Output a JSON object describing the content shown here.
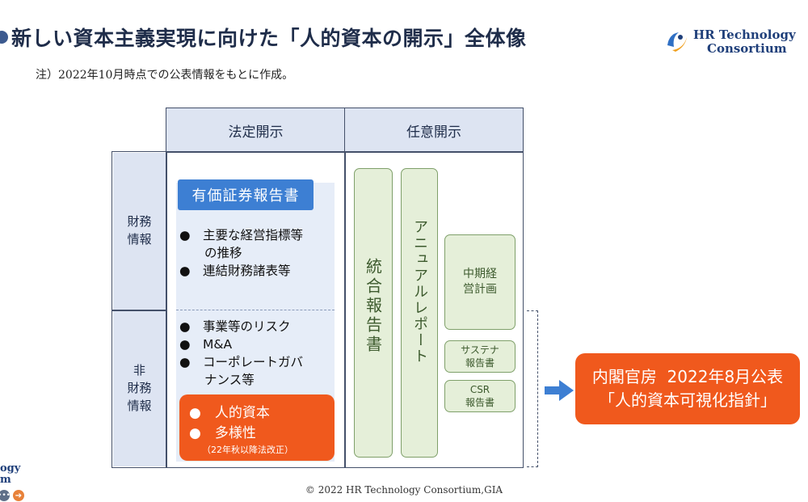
{
  "header": {
    "title": "新しい資本主義実現に向けた「人的資本の開示」全体像",
    "note": "注）2022年10月時点での公表情報をもとに作成。"
  },
  "logo": {
    "line1": "HR Technology",
    "line2": "Consortium"
  },
  "table": {
    "col_headers": [
      "法定開示",
      "任意開示"
    ],
    "row_headers": [
      "財務\n情報",
      "非\n財務\n情報"
    ],
    "securities_report": "有価証券報告書",
    "financial_bullets": [
      "●　主要な経営指標等",
      "　　の推移",
      "●　連結財務諸表等"
    ],
    "nonfinancial_bullets": [
      "●　事業等のリスク",
      "●　M&A",
      "●　コーポレートガバ",
      "　　ナンス等"
    ],
    "highlight": {
      "item1": "●　人的資本",
      "item2": "●　多様性",
      "item3": "（22年秋以降法改正）"
    },
    "voluntary": {
      "integrated": "統合報告書",
      "annual": "アニュアルレポート",
      "midterm": "中期経\n営計画",
      "sustainability": "サステナ\n報告書",
      "csr": "CSR\n報告書"
    }
  },
  "callout": {
    "line1": "内閣官房  2022年8月公表",
    "line2": "「人的資本可視化指針」"
  },
  "footer": {
    "copyright": "© 2022 HR Technology Consortium,GIA",
    "corner_line1": "ogy",
    "corner_line2": "m",
    "dots_icon": "•••",
    "next_icon": "➔"
  },
  "colors": {
    "navy": "#1f2d4a",
    "header_fill": "#dde4f2",
    "blue_box": "#3d7fd3",
    "orange": "#f0591d",
    "green_fill": "#e5efd9",
    "green_border": "#7fa06a",
    "arrow": "#3d7fd3"
  }
}
